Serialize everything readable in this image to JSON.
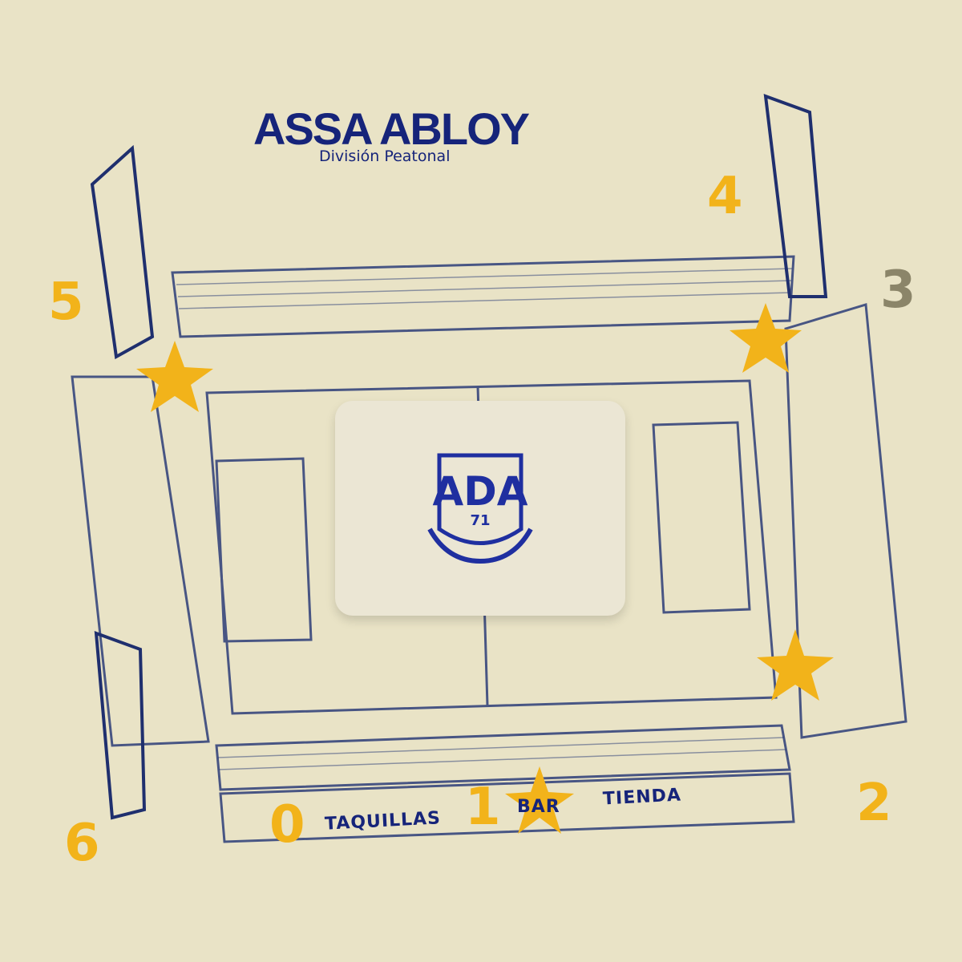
{
  "brand": {
    "title": "ASSA ABLOY",
    "subtitle": "División Peatonal"
  },
  "crest": {
    "text_top": "ADA",
    "text_number": "71"
  },
  "access_points": [
    {
      "id": "0",
      "label": "0",
      "color": "#f2b31a"
    },
    {
      "id": "1",
      "label": "1",
      "color": "#f2b31a"
    },
    {
      "id": "2",
      "label": "2",
      "color": "#f2b31a"
    },
    {
      "id": "3",
      "label": "3",
      "color": "#8b8569"
    },
    {
      "id": "4",
      "label": "4",
      "color": "#f2b31a"
    },
    {
      "id": "5",
      "label": "5",
      "color": "#f2b31a"
    },
    {
      "id": "6",
      "label": "6",
      "color": "#f2b31a"
    }
  ],
  "facilities": {
    "taquillas": "TAQUILLAS",
    "bar": "BAR",
    "tienda": "TIENDA"
  },
  "colors": {
    "background": "#e9e3c6",
    "navy": "#16247a",
    "gold": "#f2b31a"
  }
}
